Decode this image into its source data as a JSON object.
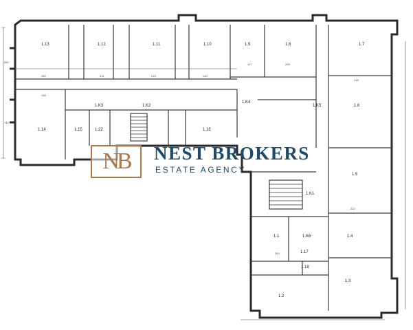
{
  "rooms": [
    {
      "id": "r113",
      "label": "1.13"
    },
    {
      "id": "r112",
      "label": "1.12"
    },
    {
      "id": "r111",
      "label": "1.11"
    },
    {
      "id": "r110",
      "label": "1.10"
    },
    {
      "id": "r19",
      "label": "1.9"
    },
    {
      "id": "r18",
      "label": "1.8"
    },
    {
      "id": "r17",
      "label": "1.7"
    },
    {
      "id": "r114",
      "label": "1.14"
    },
    {
      "id": "r115",
      "label": "1.15"
    },
    {
      "id": "r122",
      "label": "1.22"
    },
    {
      "id": "rk3",
      "label": "1.K3"
    },
    {
      "id": "rk2",
      "label": "1.K2"
    },
    {
      "id": "r116",
      "label": "1.16"
    },
    {
      "id": "rk4",
      "label": "1.K4"
    },
    {
      "id": "rk5",
      "label": "1.K5"
    },
    {
      "id": "r16",
      "label": "1.6"
    },
    {
      "id": "r15",
      "label": "1.5"
    },
    {
      "id": "rk1",
      "label": "1.K1"
    },
    {
      "id": "r11",
      "label": "1.1"
    },
    {
      "id": "rk6",
      "label": "1.K6"
    },
    {
      "id": "r14",
      "label": "1.4"
    },
    {
      "id": "r117",
      "label": "1.17"
    },
    {
      "id": "r118",
      "label": "1.18"
    },
    {
      "id": "r13",
      "label": "1.3"
    },
    {
      "id": "r12",
      "label": "1.2"
    }
  ],
  "dimensions": [
    "280",
    "740",
    "252",
    "117",
    "228",
    "248",
    "211",
    "215",
    "140",
    "158",
    "222",
    "300"
  ],
  "watermark": {
    "monogram": "NB",
    "name": "NEST BROKERS",
    "tagline": "ESTATE AGENCY",
    "brand_color": "#1f4a66",
    "accent_color": "#a97a4b"
  }
}
